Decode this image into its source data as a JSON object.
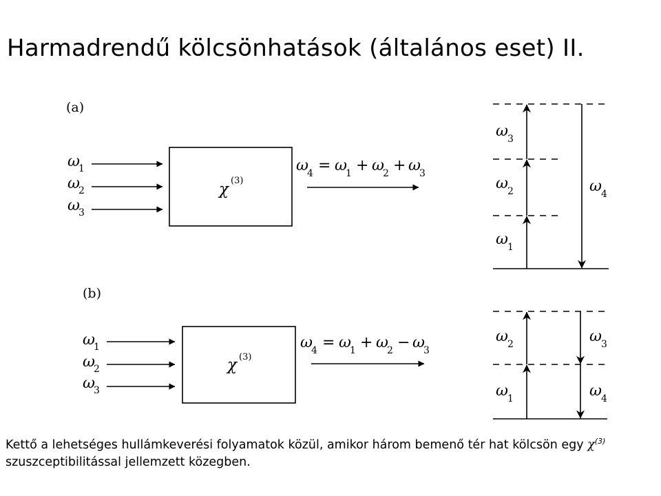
{
  "title": "Harmadrendű kölcsönhatások (általános eset) II.",
  "caption": {
    "text_before": "Kettő a lehetséges hullámkeverési folyamatok közül, amikor három bemenő tér hat kölcsön egy ",
    "chi": "χ",
    "chi_order": "(3)",
    "text_after": " szuszceptibilitással jellemzett közegben."
  },
  "panel_a": {
    "label": "(a)",
    "inputs": [
      {
        "sym": "ω",
        "sub": "1"
      },
      {
        "sym": "ω",
        "sub": "2"
      },
      {
        "sym": "ω",
        "sub": "3"
      }
    ],
    "box": {
      "sym": "χ",
      "sup": "(3)"
    },
    "output": {
      "lhs": {
        "sym": "ω",
        "sub": "4"
      },
      "eq": "=",
      "terms": [
        {
          "sym": "ω",
          "sub": "1",
          "op": ""
        },
        {
          "sym": "ω",
          "sub": "2",
          "op": "+"
        },
        {
          "sym": "ω",
          "sub": "3",
          "op": "+"
        }
      ]
    },
    "levels": {
      "up": [
        {
          "sym": "ω",
          "sub": "1"
        },
        {
          "sym": "ω",
          "sub": "2"
        },
        {
          "sym": "ω",
          "sub": "3"
        }
      ],
      "down": [
        {
          "sym": "ω",
          "sub": "4"
        }
      ]
    }
  },
  "panel_b": {
    "label": "(b)",
    "inputs": [
      {
        "sym": "ω",
        "sub": "1"
      },
      {
        "sym": "ω",
        "sub": "2"
      },
      {
        "sym": "ω",
        "sub": "3"
      }
    ],
    "box": {
      "sym": "χ",
      "sup": "(3)"
    },
    "output": {
      "lhs": {
        "sym": "ω",
        "sub": "4"
      },
      "eq": "=",
      "terms": [
        {
          "sym": "ω",
          "sub": "1",
          "op": ""
        },
        {
          "sym": "ω",
          "sub": "2",
          "op": "+"
        },
        {
          "sym": "ω",
          "sub": "3",
          "op": "−"
        }
      ]
    },
    "levels": {
      "up": [
        {
          "sym": "ω",
          "sub": "1"
        },
        {
          "sym": "ω",
          "sub": "2"
        }
      ],
      "down": [
        {
          "sym": "ω",
          "sub": "3"
        },
        {
          "sym": "ω",
          "sub": "4"
        }
      ]
    }
  }
}
